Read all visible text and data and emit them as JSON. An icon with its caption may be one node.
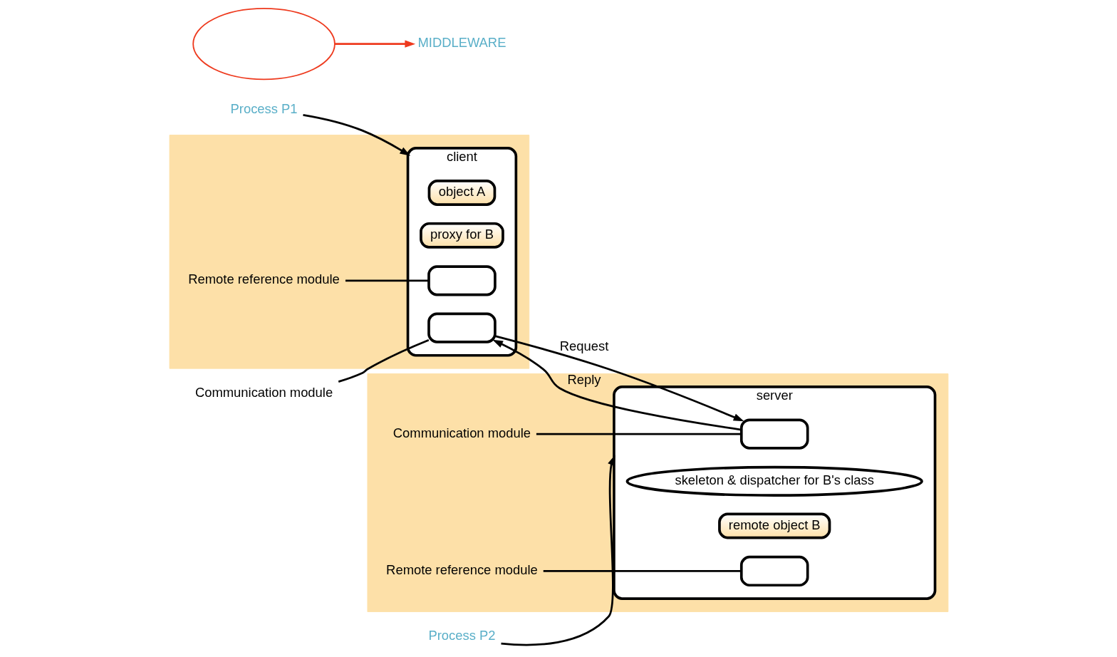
{
  "diagram": {
    "nodes": [
      {
        "text": [
          "Process P1"
        ]
      },
      {
        "text": [],
        "shape": "box"
      },
      {
        "text": [
          "client"
        ],
        "in": 1
      },
      {
        "text": [
          "object A"
        ],
        "in": 2
      },
      {
        "text": [
          "proxy for B"
        ],
        "in": 2
      },
      {
        "text": [],
        "shape": "box",
        "in": 2
      },
      {
        "text": [],
        "shape": "box",
        "in": 2
      },
      {
        "text": [
          "Remote reference module"
        ],
        "in": 1
      },
      {
        "text": [
          "Communication module"
        ]
      },
      {
        "text": [
          "Process P2"
        ]
      },
      {
        "text": [],
        "shape": "box"
      },
      {
        "text": [
          "server"
        ],
        "in": 10
      },
      {
        "text": [],
        "shape": "box",
        "in": 11
      },
      {
        "text": [
          "skeleton & dispatcher for B's class"
        ],
        "in": 11
      },
      {
        "text": [
          "remote object B"
        ],
        "in": 11
      },
      {
        "text": [],
        "shape": "box",
        "in": 11
      },
      {
        "text": [
          "Communication module"
        ],
        "in": 10
      },
      {
        "text": [
          "Remote reference module"
        ],
        "in": 10
      },
      {
        "text": [],
        "shape": "ellipse"
      },
      {
        "text": [
          "MIDDLEWARE"
        ]
      }
    ],
    "edges": [
      {
        "from": 0,
        "to": 2,
        "arrow": "to"
      },
      {
        "from": 9,
        "to": 11,
        "arrow": "to"
      },
      {
        "from": 6,
        "to": 12,
        "arrow": "to",
        "label": "Request"
      },
      {
        "from": 12,
        "to": 6,
        "arrow": "to",
        "label": "Reply"
      },
      {
        "from": 7,
        "to": 5,
        "arrow": "none"
      },
      {
        "from": 8,
        "to": 6,
        "arrow": "none"
      },
      {
        "from": 16,
        "to": 12,
        "arrow": "none"
      },
      {
        "from": 17,
        "to": 15,
        "arrow": "none"
      },
      {
        "from": 18,
        "to": 19,
        "arrow": "to",
        "color": "#ee3a1e"
      }
    ]
  }
}
